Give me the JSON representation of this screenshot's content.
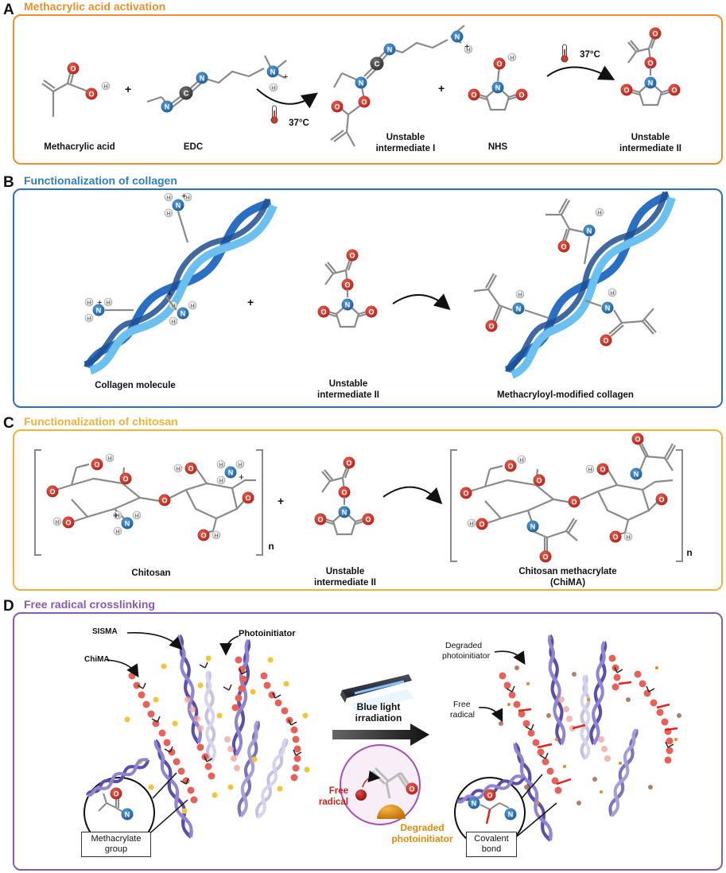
{
  "panels": {
    "a": {
      "letter": "A",
      "title": "Methacrylic acid activation",
      "color": "#e8912e"
    },
    "b": {
      "letter": "B",
      "title": "Functionalization of collagen",
      "color": "#2f7fc1"
    },
    "c": {
      "letter": "C",
      "title": "Functionalization of chitosan",
      "color": "#f0b23a"
    },
    "d": {
      "letter": "D",
      "title": "Free radical crosslinking",
      "color": "#8a5ab0"
    }
  },
  "labels": {
    "methacrylic_acid": "Methacrylic acid",
    "edc": "EDC",
    "unstable_i_1": "Unstable",
    "unstable_i_2": "intermediate I",
    "nhs": "NHS",
    "unstable_ii_1": "Unstable",
    "unstable_ii_2": "intermediate II",
    "temp": "37°C",
    "collagen_molecule": "Collagen molecule",
    "methacryloyl_collagen": "Methacryloyl-modified collagen",
    "chitosan": "Chitosan",
    "chima_1": "Chitosan methacrylate",
    "chima_2": "(ChiMA)",
    "n_sub": "n",
    "sisma": "SISMA",
    "photoinitiator": "Photoinitiator",
    "chima_short": "ChiMA",
    "blue_light_1": "Blue light",
    "blue_light_2": "irradiation",
    "free_radical_1": "Free",
    "free_radical_2": "radical",
    "degraded_photo_1": "Degraded",
    "degraded_photo_2": "photoinitiator",
    "methacrylate_group_1": "Methacrylate",
    "methacrylate_group_2": "group",
    "covalent_bond_1": "Covalent",
    "covalent_bond_2": "bond",
    "plus": "+"
  },
  "atoms": {
    "O": "O",
    "N": "N",
    "C": "C",
    "H": "H",
    "charge_plus": "+"
  }
}
